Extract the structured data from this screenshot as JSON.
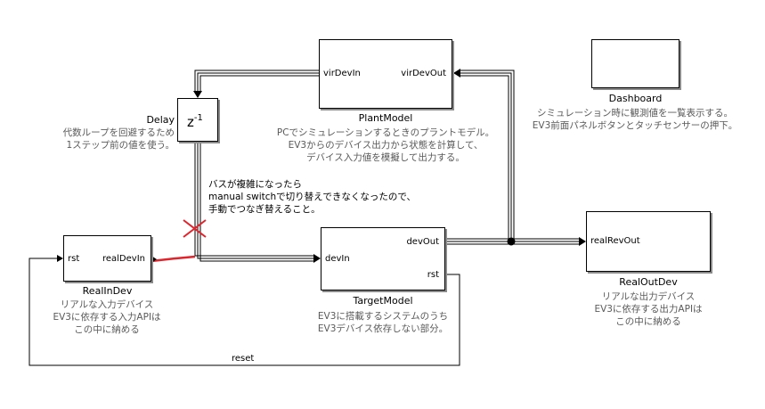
{
  "blocks": {
    "plant_model": {
      "port_in": "virDevIn",
      "port_out": "virDevOut",
      "title": "PlantModel",
      "desc": [
        "PCでシミュレーションするときのプラントモデル。",
        "EV3からのデバイス出力から状態を計算して、",
        "デバイス入力値を模擬して出力する。"
      ]
    },
    "dashboard": {
      "title": "Dashboard",
      "desc": [
        "シミュレーション時に観測値を一覧表示する。",
        "EV3前面パネルボタンとタッチセンサーの押下。"
      ]
    },
    "delay": {
      "symbol": "z",
      "exponent": "-1",
      "title": "Delay",
      "desc": [
        "代数ループを回避するため",
        "1ステップ前の値を使う。"
      ]
    },
    "real_in_dev": {
      "port_in": "rst",
      "port_out": "realDevIn",
      "title": "RealInDev",
      "desc": [
        "リアルな入力デバイス",
        "EV3に依存する入力APIは",
        "この中に納める"
      ]
    },
    "target_model": {
      "port_in": "devIn",
      "port_out_1": "devOut",
      "port_out_2": "rst",
      "title": "TargetModel",
      "desc": [
        "EV3に搭載するシステムのうち",
        "EV3デバイス依存しない部分。"
      ]
    },
    "real_out_dev": {
      "port_in": "realRevOut",
      "title": "RealOutDev",
      "desc": [
        "リアルな出力デバイス",
        "EV3に依存する出力APIは",
        "この中に納める"
      ]
    }
  },
  "annotation": {
    "lines": [
      "バスが複雑になったら",
      "manual switchで切り替えできなくなったので、",
      "手動でつなぎ替えること。"
    ]
  },
  "signals": {
    "reset_label": "reset"
  },
  "colors": {
    "wire": "#000000",
    "patch_wire": "#e0242c",
    "cross_mark": "#e0242c",
    "desc_text": "#5a5a5a",
    "shadow": "#8a8a8a"
  }
}
